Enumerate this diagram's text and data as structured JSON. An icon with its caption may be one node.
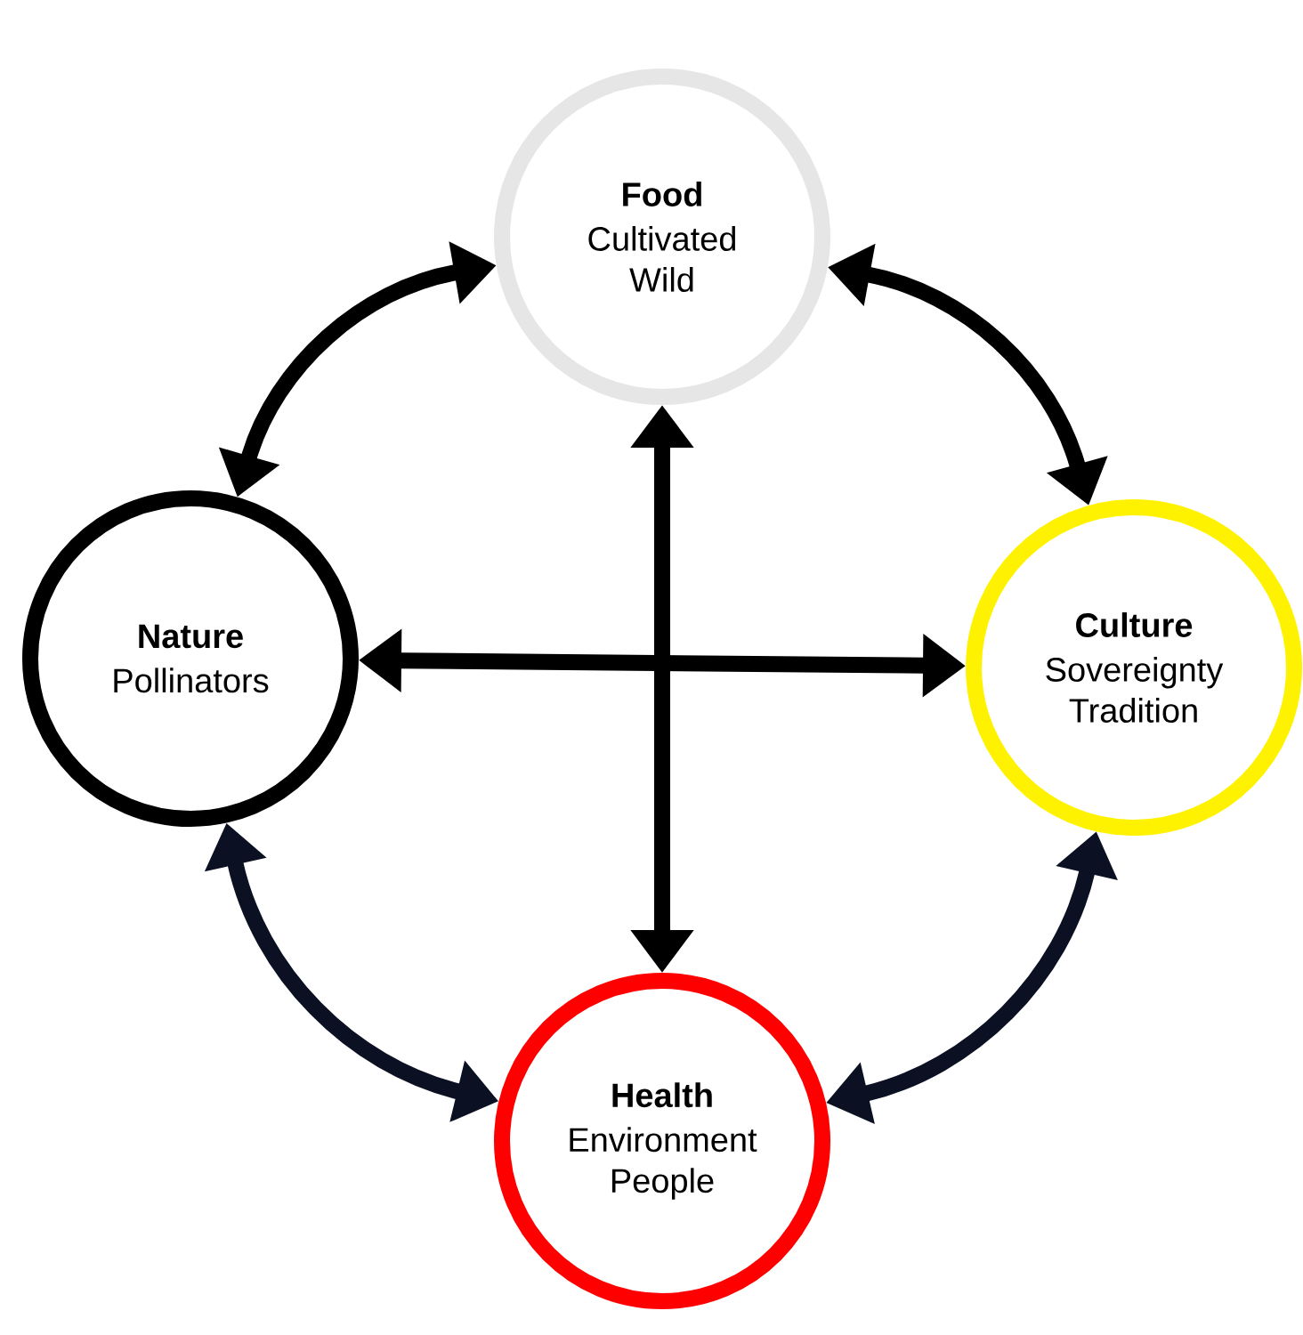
{
  "diagram": {
    "nodes": [
      {
        "text": [
          "Food",
          "Cultivated Wild"
        ]
      },
      {
        "text": [
          "Nature",
          "Pollinators"
        ]
      },
      {
        "text": [
          "Culture",
          "Sovereignty Tradition"
        ]
      },
      {
        "text": [
          "Health",
          "Environment People"
        ]
      }
    ],
    "edges": [
      {
        "from": 0,
        "to": 1,
        "arrow": "both"
      },
      {
        "from": 0,
        "to": 2,
        "arrow": "both"
      },
      {
        "from": 1,
        "to": 2,
        "arrow": "both"
      },
      {
        "from": 0,
        "to": 3,
        "arrow": "both"
      },
      {
        "from": 1,
        "to": 3,
        "arrow": "both",
        "color": "#0b1122"
      },
      {
        "from": 2,
        "to": 3,
        "arrow": "both",
        "color": "#0b1122"
      }
    ]
  }
}
